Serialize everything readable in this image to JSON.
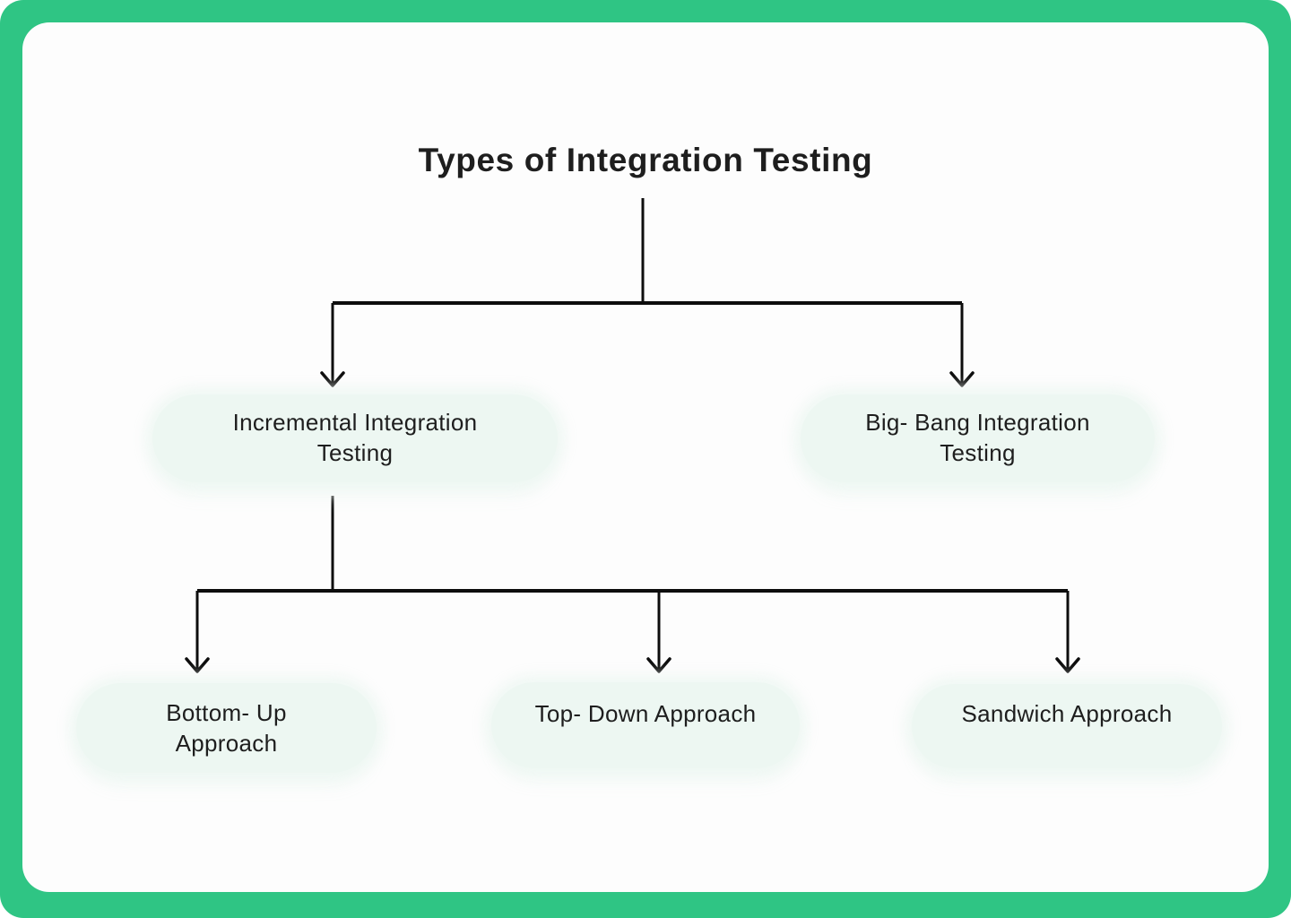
{
  "title": "Types of Integration Testing",
  "colors": {
    "frame": "#2fc584",
    "card": "#fdfdfd",
    "node": "#edf7f2",
    "line": "#0d0d0d",
    "text": "#1e1e1e"
  },
  "diagram": {
    "type": "tree",
    "root_label": "Types of Integration Testing",
    "level1_nodes": [
      {
        "label": "Incremental Integration Testing"
      },
      {
        "label": "Big- Bang Integration Testing"
      }
    ],
    "level2_parent": "Incremental Integration Testing",
    "level2_nodes": [
      {
        "label": "Bottom- Up Approach"
      },
      {
        "label": "Top- Down Approach"
      },
      {
        "label": "Sandwich Approach"
      }
    ]
  }
}
